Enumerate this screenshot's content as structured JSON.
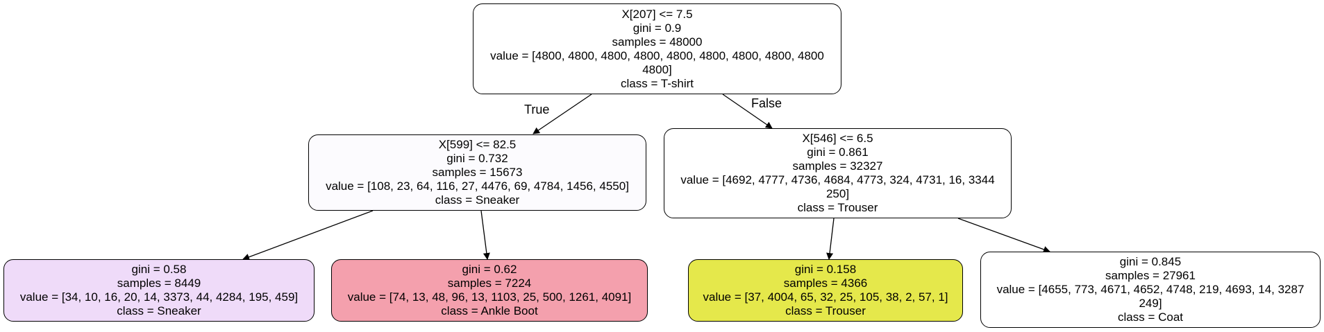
{
  "edges": {
    "true_label": "True",
    "false_label": "False"
  },
  "nodes": {
    "root": {
      "split": "X[207] <= 7.5",
      "gini": "gini = 0.9",
      "samples": "samples = 48000",
      "value1": "value = [4800, 4800, 4800, 4800, 4800, 4800, 4800, 4800, 4800",
      "value2": "4800]",
      "class": "class = T-shirt",
      "fill": "#ffffff"
    },
    "left": {
      "split": "X[599] <= 82.5",
      "gini": "gini = 0.732",
      "samples": "samples = 15673",
      "value1": "value = [108, 23, 64, 116, 27, 4476, 69, 4784, 1456, 4550]",
      "class": "class = Sneaker",
      "fill": "#fcfbfe"
    },
    "right": {
      "split": "X[546] <= 6.5",
      "gini": "gini = 0.861",
      "samples": "samples = 32327",
      "value1": "value = [4692, 4777, 4736, 4684, 4773, 324, 4731, 16, 3344",
      "value2": "250]",
      "class": "class = Trouser",
      "fill": "#ffffff"
    },
    "ll": {
      "gini": "gini = 0.58",
      "samples": "samples = 8449",
      "value1": "value = [34, 10, 16, 20, 14, 3373, 44, 4284, 195, 459]",
      "class": "class = Sneaker",
      "fill": "#efdbf9"
    },
    "lr": {
      "gini": "gini = 0.62",
      "samples": "samples = 7224",
      "value1": "value = [74, 13, 48, 96, 13, 1103, 25, 500, 1261, 4091]",
      "class": "class = Ankle Boot",
      "fill": "#f4a0ad"
    },
    "rl": {
      "gini": "gini = 0.158",
      "samples": "samples = 4366",
      "value1": "value = [37, 4004, 65, 32, 25, 105, 38, 2, 57, 1]",
      "class": "class = Trouser",
      "fill": "#e5e84b"
    },
    "rr": {
      "gini": "gini = 0.845",
      "samples": "samples = 27961",
      "value1": "value = [4655, 773, 4671, 4652, 4748, 219, 4693, 14, 3287",
      "value2": "249]",
      "class": "class = Coat",
      "fill": "#ffffff"
    }
  }
}
